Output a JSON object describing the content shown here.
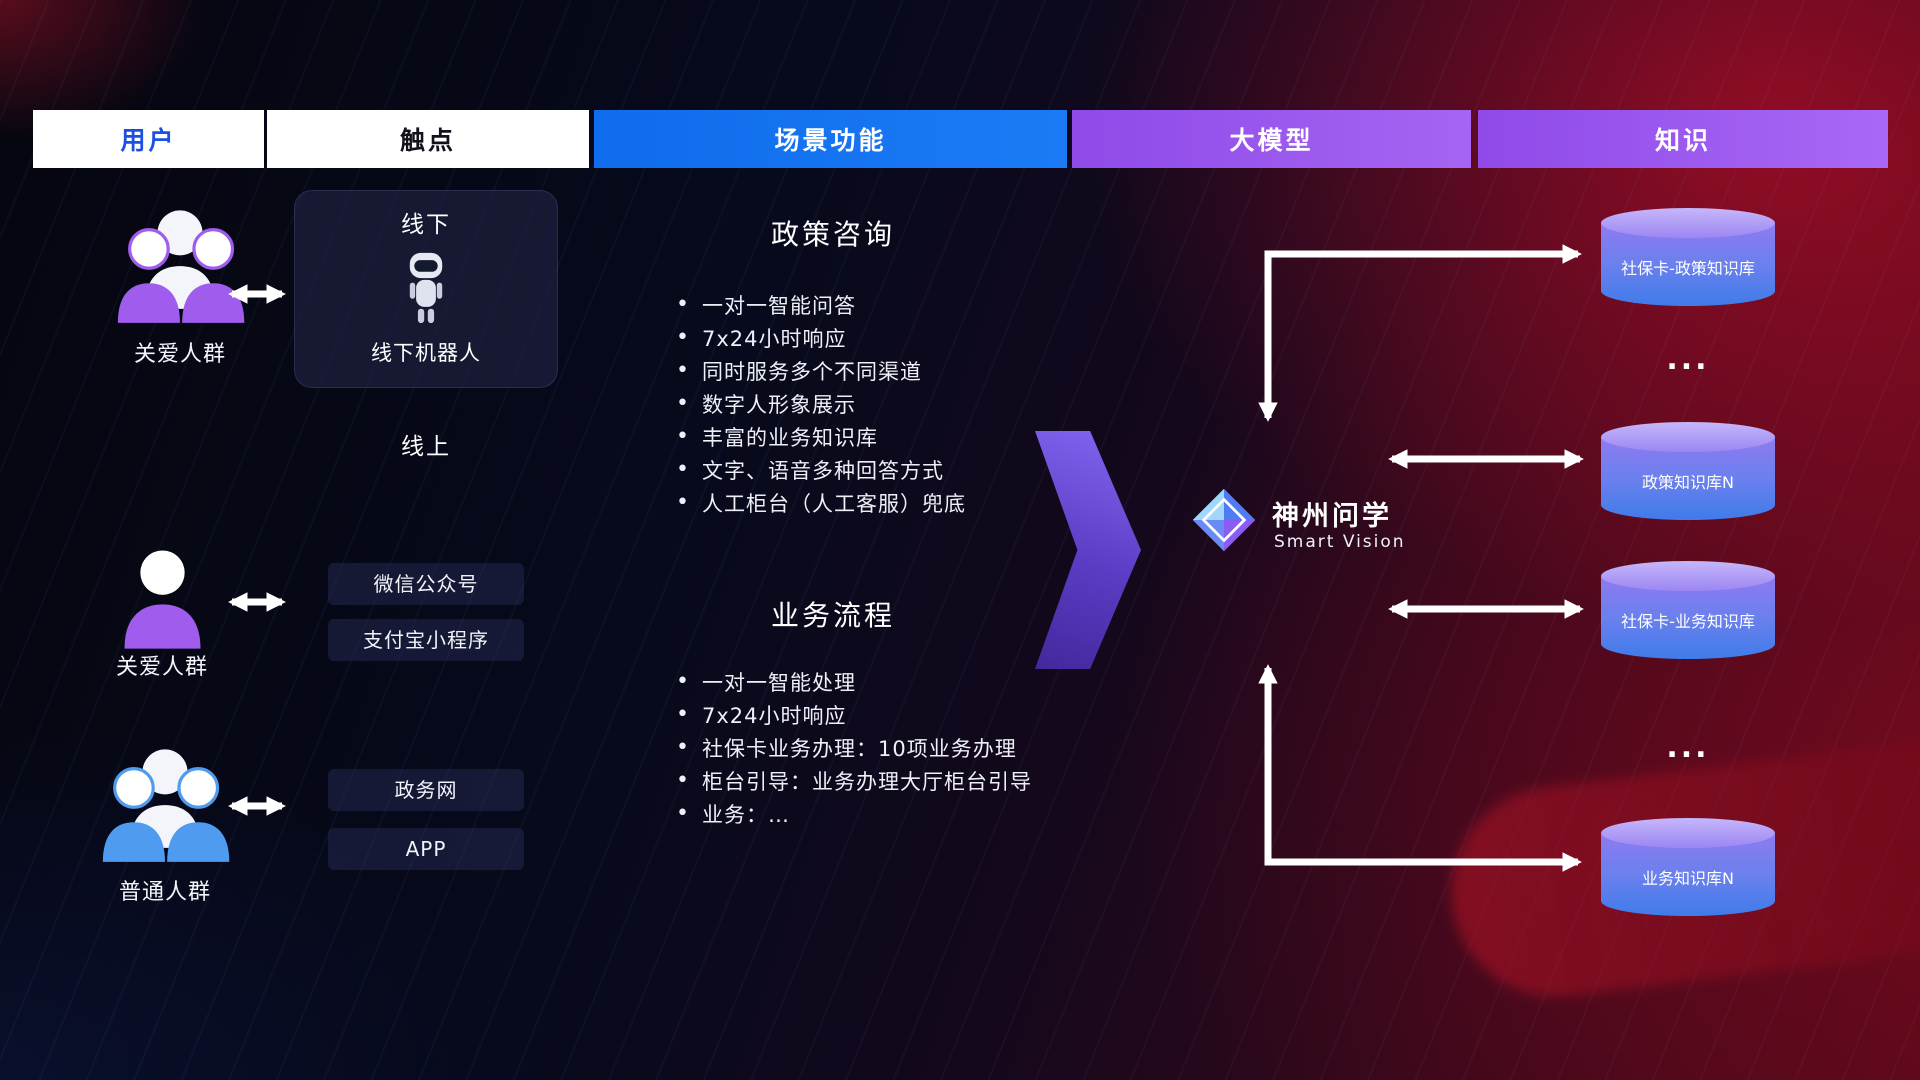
{
  "header": {
    "columns": [
      {
        "label": "用户"
      },
      {
        "label": "触点"
      },
      {
        "label": "场景功能"
      },
      {
        "label": "大模型"
      },
      {
        "label": "知识"
      }
    ]
  },
  "users": {
    "group1_label": "关爱人群",
    "single_label": "关爱人群",
    "group2_label": "普通人群"
  },
  "touchpoints": {
    "offline_title": "线下",
    "offline_robot_label": "线下机器人",
    "online_title": "线上",
    "wechat": "微信公众号",
    "alipay": "支付宝小程序",
    "gov": "政务网",
    "app": "APP"
  },
  "scene": {
    "policy_title": "政策咨询",
    "policy_items": [
      "一对一智能问答",
      "7x24小时响应",
      "同时服务多个不同渠道",
      "数字人形象展示",
      "丰富的业务知识库",
      "文字、语音多种回答方式",
      "人工柜台（人工客服）兜底"
    ],
    "business_title": "业务流程",
    "business_items": [
      "一对一智能处理",
      "7x24小时响应",
      "社保卡业务办理：10项业务办理",
      "柜台引导：业务办理大厅柜台引导",
      "业务：…"
    ]
  },
  "model": {
    "name": "神州问学",
    "subtitle": "Smart Vision"
  },
  "knowledge": {
    "db1": "社保卡-政策知识库",
    "dots1": "...",
    "db2": "政策知识库N",
    "db3": "社保卡-业务知识库",
    "dots2": "...",
    "db4": "业务知识库N"
  },
  "colors": {
    "accent_blue": "#1273ef",
    "accent_purple": "#9a5cf2",
    "header_user_text": "#1b50e0",
    "cylinder_top": "#b4a4f8",
    "cylinder_bottom": "#3f7ce9",
    "big_arrow_purple": "#5b3cc4",
    "connector_white": "#ffffff",
    "user_group_purple": "#9f5ced",
    "user_group_blue": "#4f9bf0"
  }
}
